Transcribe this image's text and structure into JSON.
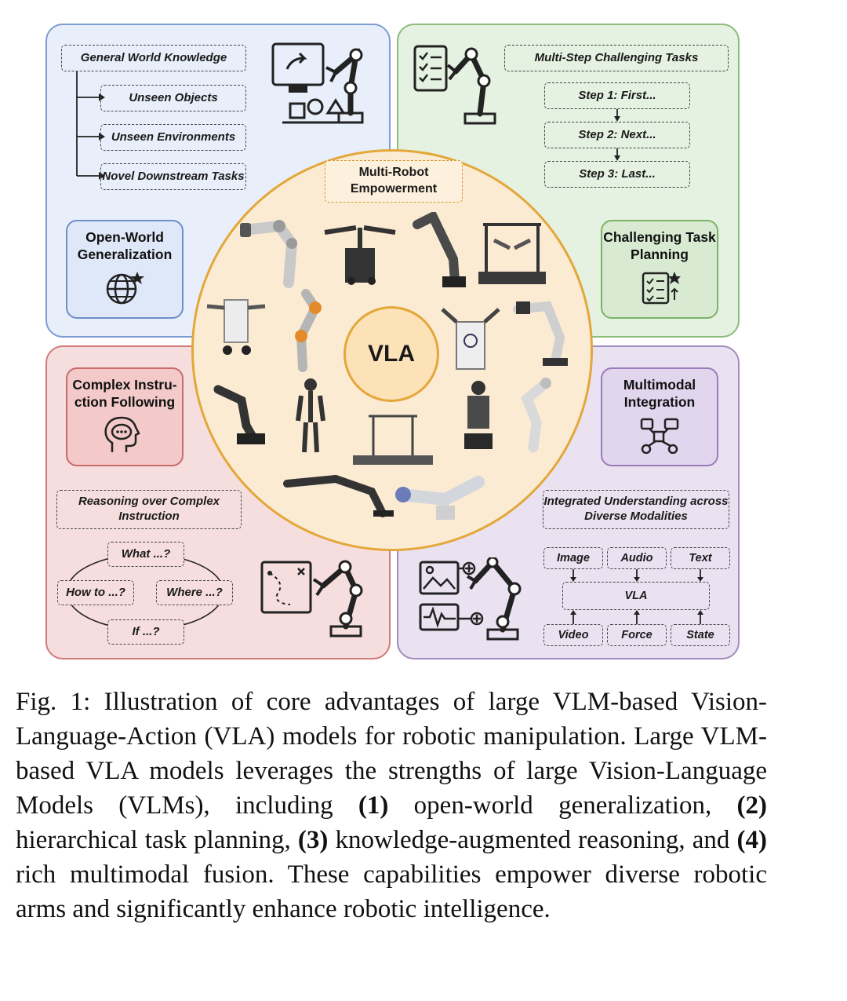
{
  "hub": {
    "title": "Multi-Robot Empowerment",
    "center": "VLA"
  },
  "top_left": {
    "root": "General World Knowledge",
    "items": [
      "Unseen Objects",
      "Unseen Environments",
      "Novel Downstream Tasks"
    ],
    "capability": "Open-World Generalization"
  },
  "top_right": {
    "header": "Multi-Step Challenging Tasks",
    "steps": [
      "Step 1: First...",
      "Step 2: Next...",
      "Step 3: Last..."
    ],
    "capability": "Challenging Task Planning"
  },
  "bottom_left": {
    "capability": "Complex Instru-ction Following",
    "header": "Reasoning over Complex Instruction",
    "questions": [
      "What ...?",
      "How to ...?",
      "Where ...?",
      "If ...?"
    ]
  },
  "bottom_right": {
    "capability": "Multimodal Integration",
    "header": "Integrated Understanding across Diverse Modalities",
    "inputs_top": [
      "Image",
      "Audio",
      "Text"
    ],
    "center": "VLA",
    "inputs_bottom": [
      "Video",
      "Force",
      "State"
    ]
  },
  "caption": {
    "prefix": "Fig. 1: Illustration of core advantages of large VLM-based Vision-Language-Action (VLA) models for robotic manipulation. Large VLM-based VLA models leverages the strengths of large Vision-Language Models (VLMs), including ",
    "b1": "(1)",
    "t1": " open-world generalization, ",
    "b2": "(2)",
    "t2": " hierarchical task planning, ",
    "b3": "(3)",
    "t3": " knowledge-augmented reasoning, and ",
    "b4": "(4)",
    "t4": " rich multimodal fusion. These capabilities empower diverse robotic arms and significantly enhance robotic intelligence."
  },
  "colors": {
    "blue_panel": "#e8effa",
    "green_panel": "#e5f1e1",
    "red_panel": "#f7dede",
    "purple_panel": "#ebe2f1",
    "hub_fill": "#fcebd3",
    "hub_border": "#e3a73a"
  },
  "icons": [
    "globe-star-icon",
    "checklist-star-icon",
    "head-speech-icon",
    "network-nodes-icon",
    "robot-arm-icon",
    "computer-icon",
    "checklist-icon",
    "map-path-icon",
    "image-icon",
    "waveform-icon"
  ]
}
